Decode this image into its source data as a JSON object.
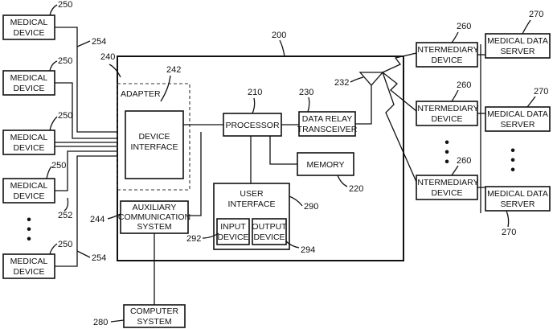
{
  "medical_devices": [
    {
      "label_line1": "MEDICAL",
      "label_line2": "DEVICE",
      "ref": "250"
    },
    {
      "label_line1": "MEDICAL",
      "label_line2": "DEVICE",
      "ref": "250"
    },
    {
      "label_line1": "MEDICAL",
      "label_line2": "DEVICE",
      "ref": "250"
    },
    {
      "label_line1": "MEDICAL",
      "label_line2": "DEVICE",
      "ref": "250"
    },
    {
      "label_line1": "MEDICAL",
      "label_line2": "DEVICE",
      "ref": "250"
    }
  ],
  "bus_refs": {
    "top": "254",
    "bottom": "254",
    "middle": "252"
  },
  "system_ref": "200",
  "adapter": {
    "label": "ADAPTER",
    "ref": "240",
    "inner_ref": "242"
  },
  "device_interface": {
    "line1": "DEVICE",
    "line2": "INTERFACE"
  },
  "processor": {
    "label": "PROCESSOR",
    "ref": "210"
  },
  "transceiver": {
    "line1": "DATA RELAY",
    "line2": "TRANSCEIVER",
    "ref": "230"
  },
  "antenna": {
    "ref": "232"
  },
  "memory": {
    "label": "MEMORY",
    "ref": "220"
  },
  "user_interface": {
    "line1": "USER",
    "line2": "INTERFACE",
    "ref": "290",
    "input": {
      "line1": "INPUT",
      "line2": "DEVICE",
      "ref": "292"
    },
    "output": {
      "line1": "OUTPUT",
      "line2": "DEVICE",
      "ref": "294"
    }
  },
  "aux_comm": {
    "line1": "AUXILIARY",
    "line2": "COMMUNICATION",
    "line3": "SYSTEM",
    "ref": "244"
  },
  "computer": {
    "line1": "COMPUTER",
    "line2": "SYSTEM",
    "ref": "280"
  },
  "intermediary_devices": [
    {
      "line1": "INTERMEDIARY",
      "line2": "DEVICE",
      "ref": "260"
    },
    {
      "line1": "INTERMEDIARY",
      "line2": "DEVICE",
      "ref": "260"
    },
    {
      "line1": "INTERMEDIARY",
      "line2": "DEVICE",
      "ref": "260"
    }
  ],
  "data_servers": [
    {
      "line1": "MEDICAL DATA",
      "line2": "SERVER",
      "ref": "270"
    },
    {
      "line1": "MEDICAL DATA",
      "line2": "SERVER",
      "ref": "270"
    },
    {
      "line1": "MEDICAL DATA",
      "line2": "SERVER",
      "ref": "270"
    }
  ],
  "ellipsis": "•"
}
